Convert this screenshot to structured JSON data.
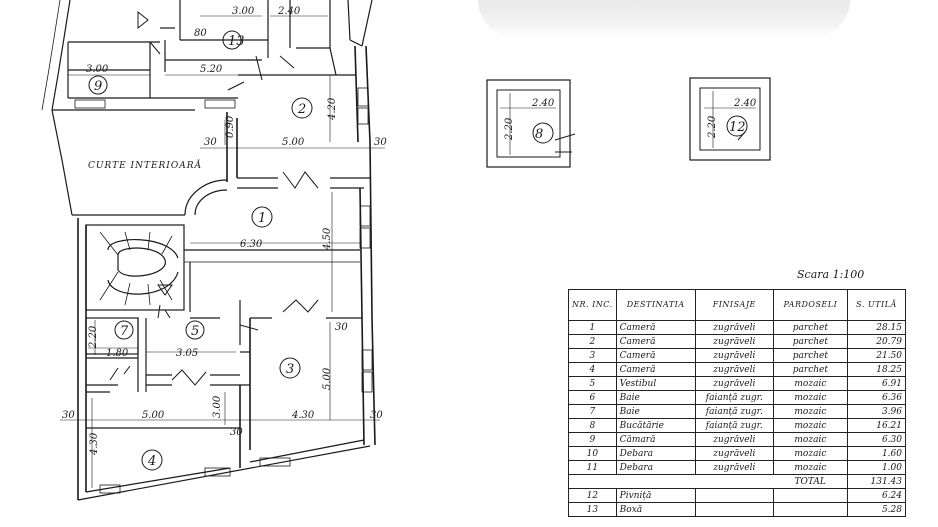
{
  "scale": "Scara 1:100",
  "courtyard_label": "CURTE INTERIOARĂ",
  "rooms": [
    "1",
    "2",
    "3",
    "4",
    "5",
    "7",
    "8",
    "9",
    "12",
    "13"
  ],
  "dimensions": {
    "d_3_00_top": "3.00",
    "d_2_40_top": "2.40",
    "d_80": "80",
    "d_3_00_r9": "3.00",
    "d_5_20": "5.20",
    "d_4_20": "4.20",
    "d_30_a": "30",
    "d_0_90": "0.90",
    "d_5_00_a": "5.00",
    "d_30_b": "30",
    "d_6_30": "6.30",
    "d_4_50": "4.50",
    "d_2_20": "2.20",
    "d_1_80": "1.80",
    "d_3_05": "3.05",
    "d_30_c": "30",
    "d_5_00_b": "5.00",
    "d_3_00_mid": "3.00",
    "d_4_30_r": "4.30",
    "d_30_d": "30",
    "d_30_e": "30",
    "d_4_30_l": "4.30",
    "d_30_f": "30",
    "d_5_00_r": "5.00",
    "c12_w": "2.40",
    "c12_h": "2.20",
    "c13_w": "2.40",
    "c13_h": "2.20"
  },
  "table": {
    "headers": [
      "NR. INC.",
      "DESTINATIA",
      "FINISAJE",
      "PARDOSELI",
      "S. UTILĂ"
    ],
    "rows": [
      [
        "1",
        "Cameră",
        "zugrăveli",
        "parchet",
        "28.15"
      ],
      [
        "2",
        "Cameră",
        "zugrăveli",
        "parchet",
        "20.79"
      ],
      [
        "3",
        "Cameră",
        "zugrăveli",
        "parchet",
        "21.50"
      ],
      [
        "4",
        "Cameră",
        "zugrăveli",
        "parchet",
        "18.25"
      ],
      [
        "5",
        "Vestibul",
        "zugrăveli",
        "mozaic",
        "6.91"
      ],
      [
        "6",
        "Baie",
        "faianță zugr.",
        "mozaic",
        "6.36"
      ],
      [
        "7",
        "Baie",
        "faianță zugr.",
        "mozaic",
        "3.96"
      ],
      [
        "8",
        "Bucătărie",
        "faianță zugr.",
        "mozaic",
        "16.21"
      ],
      [
        "9",
        "Cămară",
        "zugrăveli",
        "mozaic",
        "6.30"
      ],
      [
        "10",
        "Debara",
        "zugrăveli",
        "mozaic",
        "1.60"
      ],
      [
        "11",
        "Debara",
        "zugrăveli",
        "mozaic",
        "1.00"
      ]
    ],
    "total_label": "TOTAL",
    "total_value": "131.43",
    "extra_rows": [
      [
        "12",
        "Pivniță",
        "",
        "",
        "6.24"
      ],
      [
        "13",
        "Boxă",
        "",
        "",
        "5.28"
      ]
    ]
  }
}
